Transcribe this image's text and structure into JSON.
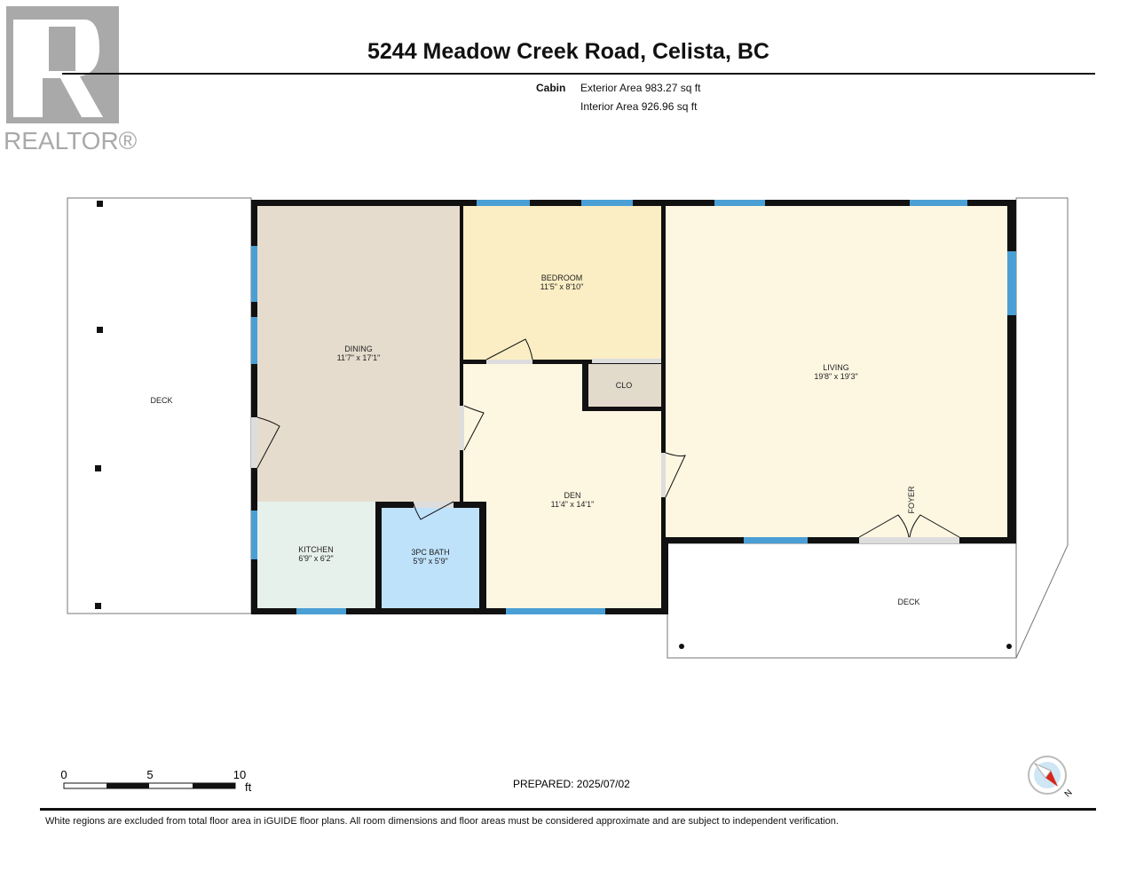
{
  "logo": {
    "text": "REALTOR®"
  },
  "header": {
    "title": "5244 Meadow Creek Road, Celista, BC"
  },
  "summary": {
    "level": "Cabin",
    "exterior": "Exterior Area 983.27 sq ft",
    "interior": "Interior Area 926.96 sq ft"
  },
  "rooms": [
    {
      "name": "DINING",
      "dims": "11'7\" x 17'1\""
    },
    {
      "name": "BEDROOM",
      "dims": "11'5\" x 8'10\""
    },
    {
      "name": "LIVING",
      "dims": "19'8\" x 19'3\""
    },
    {
      "name": "KITCHEN",
      "dims": "6'9\" x 6'2\""
    },
    {
      "name": "3PC BATH",
      "dims": "5'9\" x 5'9\""
    },
    {
      "name": "DEN",
      "dims": "11'4\" x 14'1\""
    },
    {
      "name": "CLO"
    },
    {
      "name": "FOYER"
    },
    {
      "name": "DECK"
    },
    {
      "name": "DECK"
    }
  ],
  "scale": {
    "ticks": [
      "0",
      "5",
      "10"
    ],
    "unit": "ft"
  },
  "prepared": "PREPARED: 2025/07/02",
  "compass": {
    "label": "N"
  },
  "footer": "White regions are excluded from total floor area in iGUIDE floor plans. All room dimensions and floor areas must be considered approximate and are subject to independent verification.",
  "colors": {
    "dining": "#e6dccd",
    "bedroom": "#fbeec4",
    "living": "#fdf7e2",
    "den": "#fdf6e1",
    "kitchen": "#e7f1ec",
    "bath": "#bfe2fb",
    "clo": "#e2dacb",
    "window": "#4a9fd4"
  }
}
